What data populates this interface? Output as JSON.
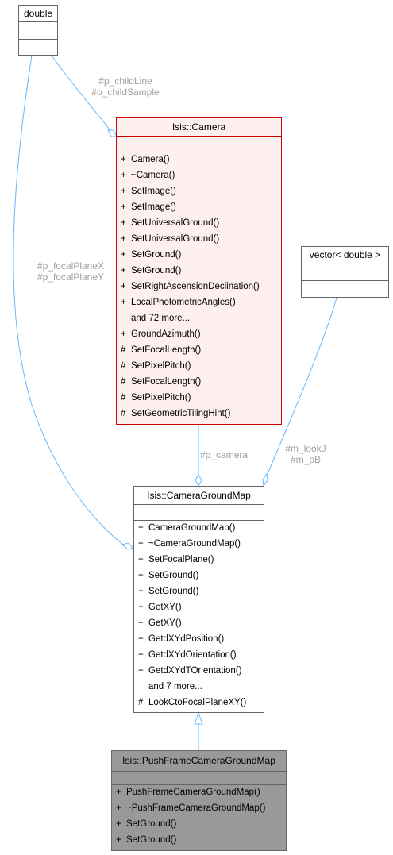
{
  "classes": {
    "double": {
      "name": "double"
    },
    "vector": {
      "name": "vector< double >"
    },
    "camera": {
      "name": "Isis::Camera",
      "members": [
        {
          "vis": "+",
          "text": "Camera()"
        },
        {
          "vis": "+",
          "text": "~Camera()"
        },
        {
          "vis": "+",
          "text": "SetImage()"
        },
        {
          "vis": "+",
          "text": "SetImage()"
        },
        {
          "vis": "+",
          "text": "SetUniversalGround()"
        },
        {
          "vis": "+",
          "text": "SetUniversalGround()"
        },
        {
          "vis": "+",
          "text": "SetGround()"
        },
        {
          "vis": "+",
          "text": "SetGround()"
        },
        {
          "vis": "+",
          "text": "SetRightAscensionDeclination()"
        },
        {
          "vis": "+",
          "text": "LocalPhotometricAngles()"
        },
        {
          "vis": "",
          "text": "and 72 more..."
        },
        {
          "vis": "+",
          "text": "GroundAzimuth()"
        },
        {
          "vis": "#",
          "text": "SetFocalLength()"
        },
        {
          "vis": "#",
          "text": "SetPixelPitch()"
        },
        {
          "vis": "#",
          "text": "SetFocalLength()"
        },
        {
          "vis": "#",
          "text": "SetPixelPitch()"
        },
        {
          "vis": "#",
          "text": "SetGeometricTilingHint()"
        }
      ]
    },
    "cgm": {
      "name": "Isis::CameraGroundMap",
      "members": [
        {
          "vis": "+",
          "text": "CameraGroundMap()"
        },
        {
          "vis": "+",
          "text": "~CameraGroundMap()"
        },
        {
          "vis": "+",
          "text": "SetFocalPlane()"
        },
        {
          "vis": "+",
          "text": "SetGround()"
        },
        {
          "vis": "+",
          "text": "SetGround()"
        },
        {
          "vis": "+",
          "text": "GetXY()"
        },
        {
          "vis": "+",
          "text": "GetXY()"
        },
        {
          "vis": "+",
          "text": "GetdXYdPosition()"
        },
        {
          "vis": "+",
          "text": "GetdXYdOrientation()"
        },
        {
          "vis": "+",
          "text": "GetdXYdTOrientation()"
        },
        {
          "vis": "",
          "text": "and 7 more..."
        },
        {
          "vis": "#",
          "text": "LookCtoFocalPlaneXY()"
        }
      ]
    },
    "pushframe": {
      "name": "Isis::PushFrameCameraGroundMap",
      "members": [
        {
          "vis": "+",
          "text": "PushFrameCameraGroundMap()"
        },
        {
          "vis": "+",
          "text": "~PushFrameCameraGroundMap()"
        },
        {
          "vis": "+",
          "text": "SetGround()"
        },
        {
          "vis": "+",
          "text": "SetGround()"
        }
      ]
    }
  },
  "edge_labels": {
    "child": [
      "#p_childLine",
      "#p_childSample"
    ],
    "focal": [
      "#p_focalPlaneX",
      "#p_focalPlaneY"
    ],
    "camera": [
      "#p_camera"
    ],
    "look": [
      "#m_lookJ",
      "#m_pB"
    ]
  },
  "colors": {
    "edge": "#63b8ff",
    "label": "#a0a0a0",
    "camera_fill": "#fff0f0",
    "camera_border": "#cc0000",
    "focus_fill": "#999999"
  }
}
